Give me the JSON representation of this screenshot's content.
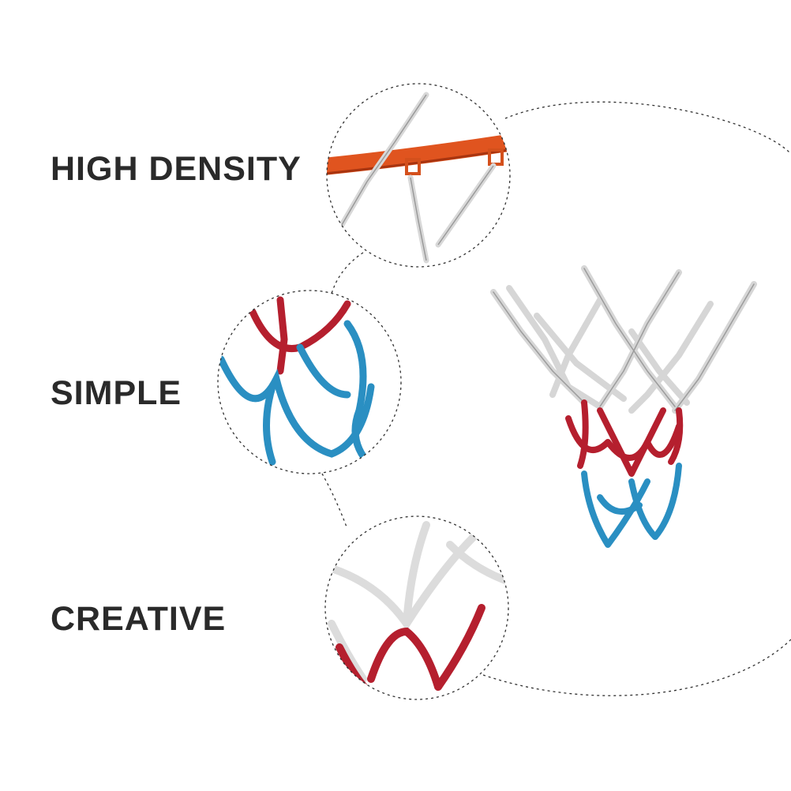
{
  "features": [
    {
      "label": "HIGH DENSITY"
    },
    {
      "label": "SIMPLE"
    },
    {
      "label": "CREATIVE"
    }
  ],
  "colors": {
    "text": "#2a2a2a",
    "chain_white": "#e6e6e6",
    "chain_red": "#b51f2e",
    "chain_blue": "#2a8fc2",
    "rim_orange": "#e0541f",
    "dashed_outline": "#333333"
  },
  "product": "tricolor steel chain basketball net"
}
